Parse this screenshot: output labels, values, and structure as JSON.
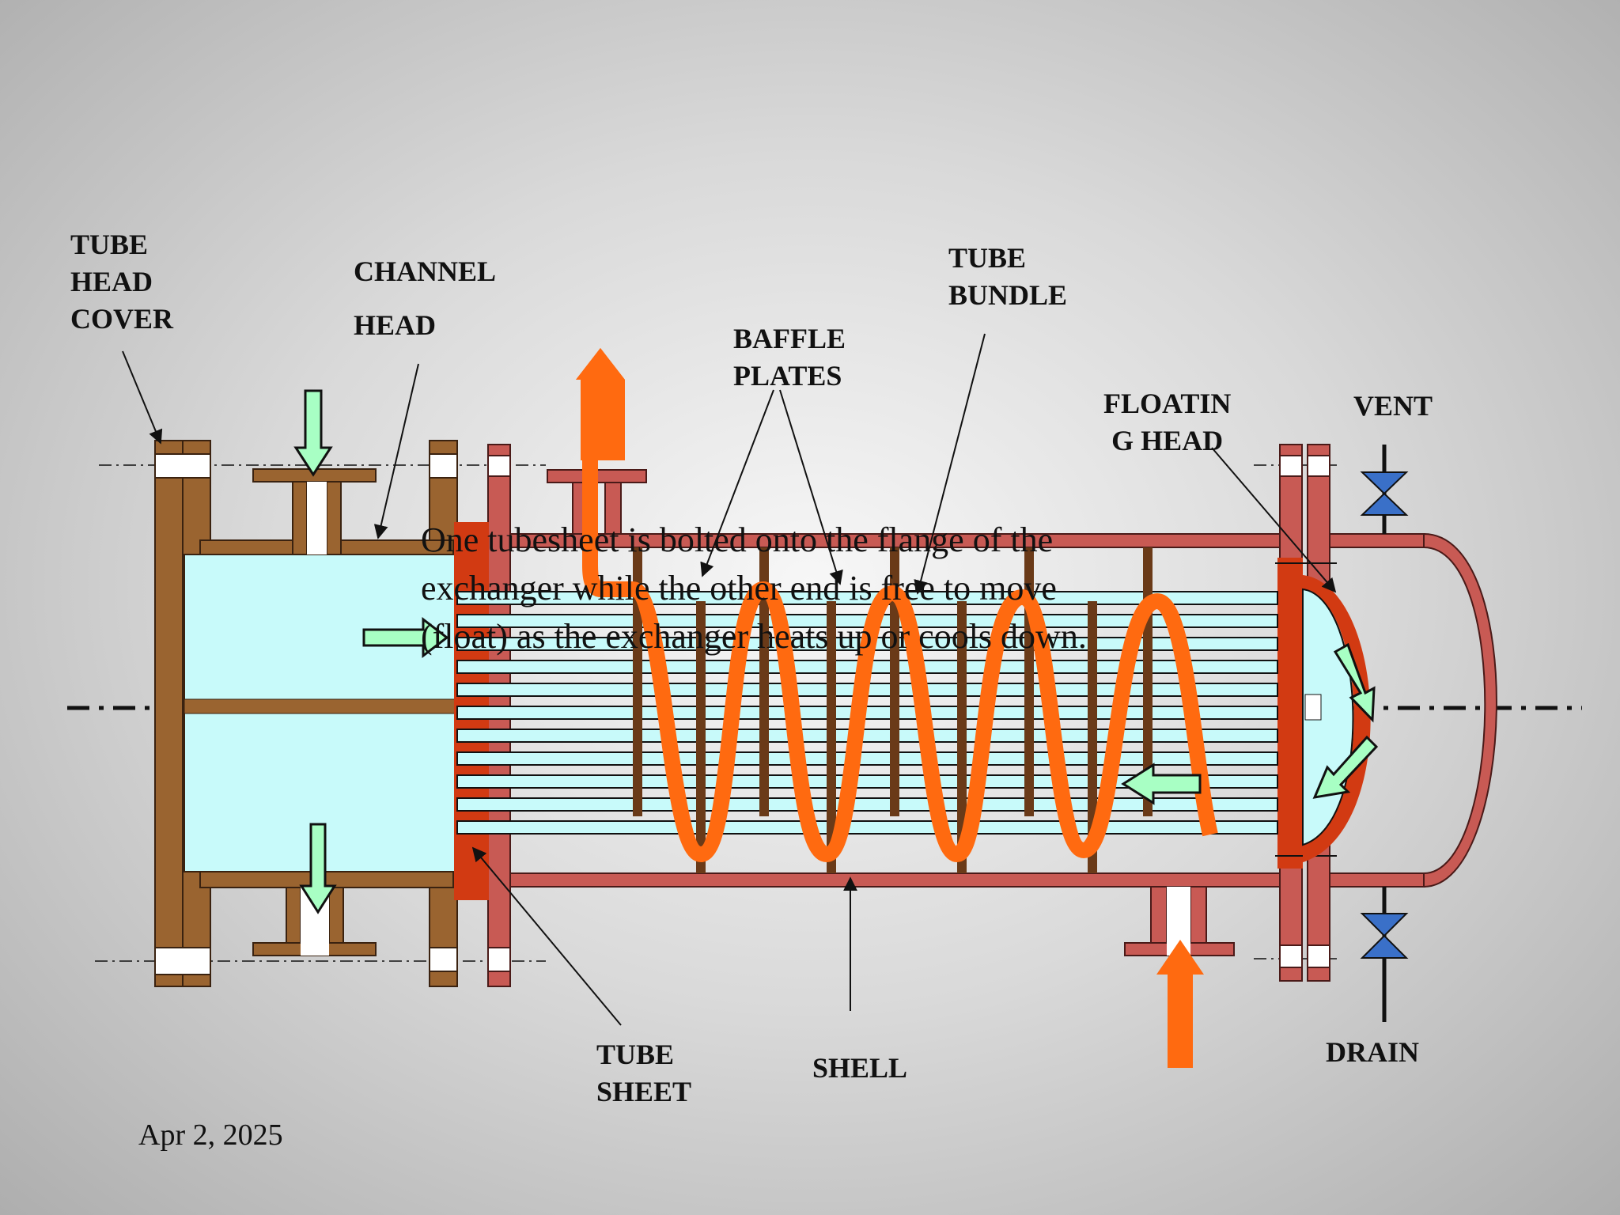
{
  "labels": {
    "tube_head_cover": "TUBE\nHEAD\nCOVER",
    "channel_head_line1": "CHANNEL",
    "channel_head_line2": "HEAD",
    "baffle_plates": "BAFFLE\nPLATES",
    "tube_bundle": "TUBE\nBUNDLE",
    "floating_head": "FLOATIN\nG HEAD",
    "vent": "VENT",
    "tube_sheet": "TUBE\nSHEET",
    "shell": "SHELL",
    "drain": "DRAIN"
  },
  "caption": "One tubesheet is bolted onto the flange of the\nexchanger while the other end is free to move\n(float) as the exchanger heats up or cools down.",
  "date": "Apr 2, 2025",
  "colors": {
    "brown": "#9a6430",
    "shell_red": "#c85a54",
    "tubesheet_red": "#d23a12",
    "tube_fluid": "#c8fafa",
    "shell_flow": "#ff6a10",
    "tube_flow_arrow": "#a8ffc4",
    "valve": "#3a70c8",
    "baffle": "#6a3a18"
  },
  "icons": {
    "inlet_arrow": "down-arrow-icon",
    "outlet_arrow": "up-arrow-icon",
    "valve": "gate-valve-icon"
  }
}
